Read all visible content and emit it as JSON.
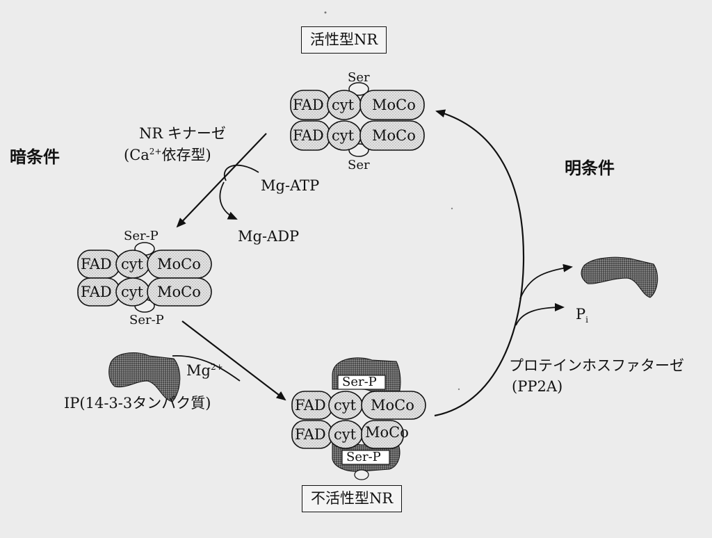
{
  "titles": {
    "active": "活性型NR",
    "inactive": "不活性型NR"
  },
  "conditions": {
    "dark": "暗条件",
    "light": "明条件"
  },
  "domains": {
    "fad": "FAD",
    "cyt": "cyt",
    "moco": "MoCo"
  },
  "labels": {
    "ser": "Ser",
    "ser_p": "Ser-P",
    "kinase_line1": "NR キナーゼ",
    "kinase_line2_prefix": "(Ca",
    "kinase_line2_sup": "2+",
    "kinase_line2_suffix": "依存型)",
    "mg_atp": "Mg-ATP",
    "mg_adp": "Mg-ADP",
    "mg2_base": "Mg",
    "mg2_sup": "2+",
    "ip": "IP(14-3-3タンパク質)",
    "phosphatase_line1": "プロテインホスファターゼ",
    "phosphatase_line2": "(PP2A)",
    "pi_base": "P",
    "pi_sub": "i"
  },
  "colors": {
    "line": "#111111",
    "domain_fill": "#d6d6d6",
    "protein": "#151515"
  }
}
